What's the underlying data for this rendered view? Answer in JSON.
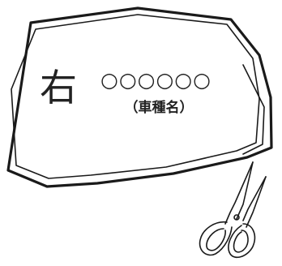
{
  "mirror_sticker": {
    "side_label": "右",
    "model_placeholder": "○○○○○○",
    "model_caption": "（車種名）"
  },
  "icons": {
    "scissors": "scissors-icon",
    "cut_outline": "mirror-cut-outline"
  },
  "colors": {
    "ink": "#1a1a1a",
    "background": "#ffffff"
  }
}
